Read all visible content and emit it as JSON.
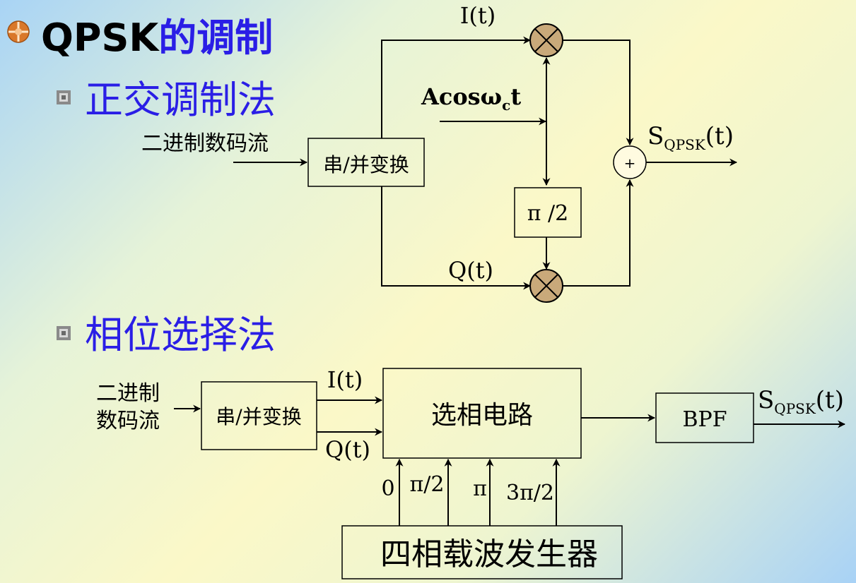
{
  "title": {
    "prefix": "QPSK",
    "suffix": "的调制"
  },
  "section1": {
    "heading": "正交调制法",
    "input_label": "二进制数码流",
    "sp_block": "串/并变换",
    "i_label": "I(t)",
    "carrier": {
      "main": "Acosω",
      "sub": "c",
      "tail": "t"
    },
    "phase_block": "π /2",
    "q_label": "Q(t)",
    "adder_symbol": "+",
    "output": {
      "main": "S",
      "sub": "QPSK",
      "tail": "(t)"
    }
  },
  "section2": {
    "heading": "相位选择法",
    "input_label_line1": "二进制",
    "input_label_line2": "数码流",
    "sp_block": "串/并变换",
    "i_label": "I(t)",
    "q_label": "Q(t)",
    "select_block": "选相电路",
    "bpf_block": "BPF",
    "output": {
      "main": "S",
      "sub": "QPSK",
      "tail": "(t)"
    },
    "phases": [
      "0",
      "π/2",
      "π",
      "3π/2"
    ],
    "generator_block": "四相载波发生器"
  },
  "colors": {
    "heading_blue": "#2a1ee6",
    "title_black": "#000000",
    "mixer_fill": "#c9a97a",
    "bullet_orange": "#d9782a",
    "sub_bullet": "#7a7a7a"
  },
  "icons": {
    "title_bullet": "orange-diamond-bullet-icon",
    "sub_bullet": "square-bullet-icon",
    "mixer": "multiplier-x-icon",
    "adder": "adder-plus-icon"
  }
}
